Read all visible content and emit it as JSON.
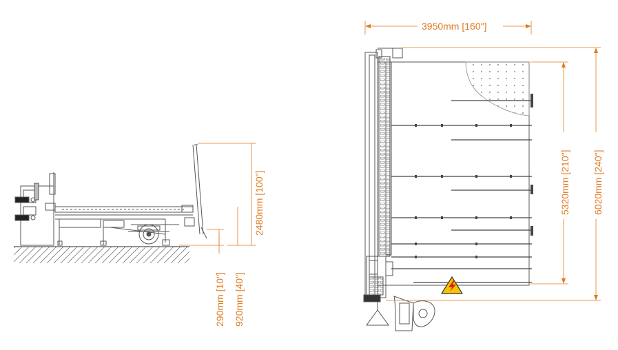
{
  "colors": {
    "accent": "#e07a1f",
    "line": "#555555",
    "warning": "#f7c400"
  },
  "side_view": {
    "dim_height_total": "2480mm [100\"]",
    "dim_working_height": "920mm [40\"]",
    "dim_clearance": "290mm [10\"]"
  },
  "top_view": {
    "dim_width": "3950mm [160\"]",
    "dim_table_length": "5320mm [210\"]",
    "dim_total_length": "6020mm [240\"]",
    "warning_symbol": "high-voltage-icon"
  }
}
